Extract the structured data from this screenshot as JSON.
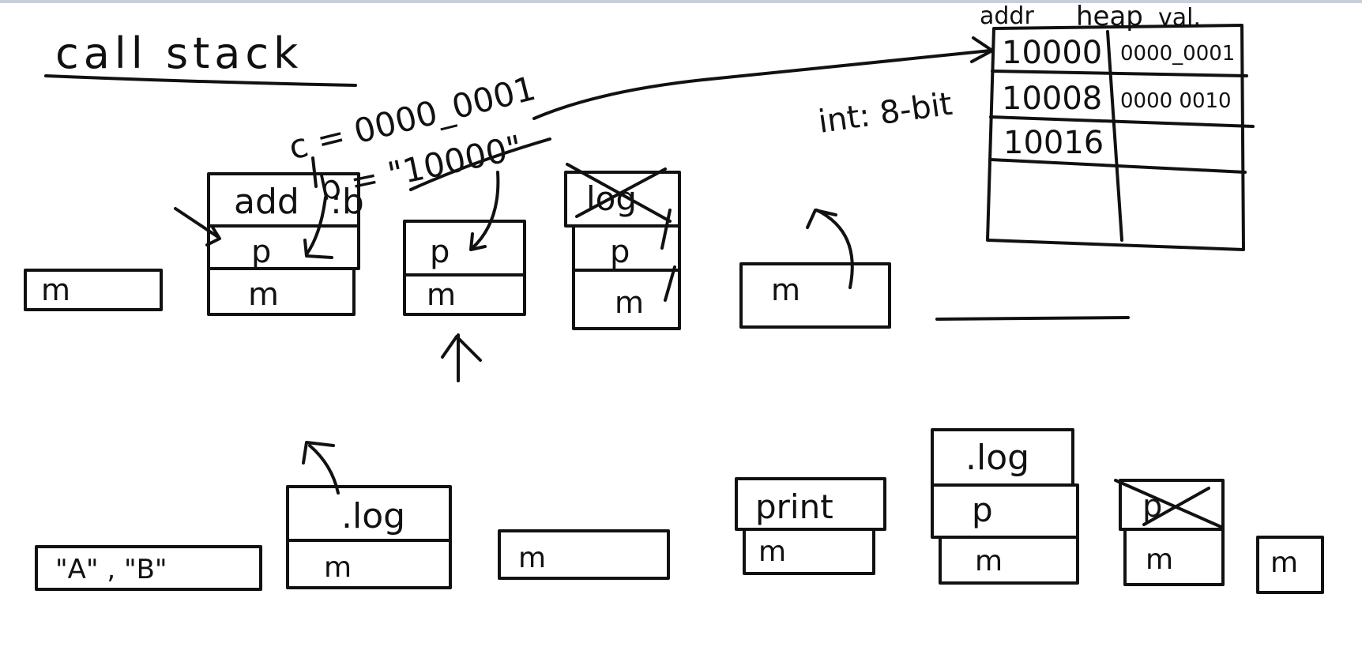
{
  "title": "call stack",
  "annotations": {
    "c_value": "c = 0000_0001",
    "b_value": "b = \"10000\"",
    "int_note": "int: 8-bit"
  },
  "heap": {
    "headers": [
      "addr",
      "heap",
      "val."
    ],
    "rows": [
      {
        "addr": "10000",
        "val": "0000_0001"
      },
      {
        "addr": "10008",
        "val": "0000 0010"
      },
      {
        "addr": "10016",
        "val": ""
      },
      {
        "addr": "",
        "val": ""
      }
    ]
  },
  "top_row": [
    {
      "frames": [
        "m"
      ]
    },
    {
      "frames": [
        "add",
        "p",
        "m"
      ]
    },
    {
      "frames": [
        "p",
        "m"
      ]
    },
    {
      "frames": [
        "log",
        "p",
        "m"
      ]
    },
    {
      "frames": [
        "m"
      ]
    }
  ],
  "bottom_row": [
    {
      "frames": [
        "\"A\" , \"B\""
      ]
    },
    {
      "frames": [
        ".log",
        "m"
      ]
    },
    {
      "frames": [
        "m"
      ]
    },
    {
      "frames": [
        "print",
        "m"
      ]
    },
    {
      "frames": [
        ".log",
        "p",
        "m"
      ]
    },
    {
      "frames": [
        "p",
        "m"
      ]
    },
    {
      "frames": [
        "m"
      ]
    }
  ]
}
